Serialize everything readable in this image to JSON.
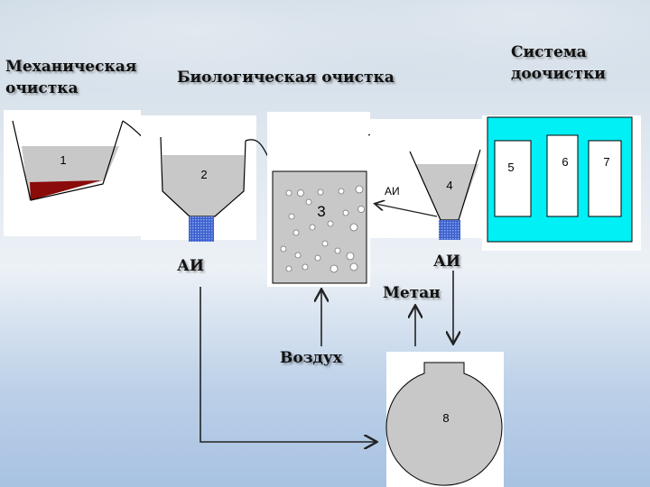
{
  "labels": {
    "mech_line1": "Механическая",
    "mech_line2": "очистка",
    "bio": "Биологическая очистка",
    "post_line1": "Система",
    "post_line2": "доочистки",
    "ai_left": "АИ",
    "ai_right": "АИ",
    "ai_arrow": "АИ",
    "methane": "Метан",
    "air": "Воздух"
  },
  "tanks": {
    "t1": "1",
    "t2": "2",
    "t3": "3",
    "t4": "4",
    "t5": "5",
    "t6": "6",
    "t7": "7",
    "t8": "8"
  },
  "colors": {
    "fill": "#c8c8c8",
    "sludge": "#8b0a0a",
    "filter_bg": "#00f0f5",
    "screen": "#4a6fd0"
  }
}
